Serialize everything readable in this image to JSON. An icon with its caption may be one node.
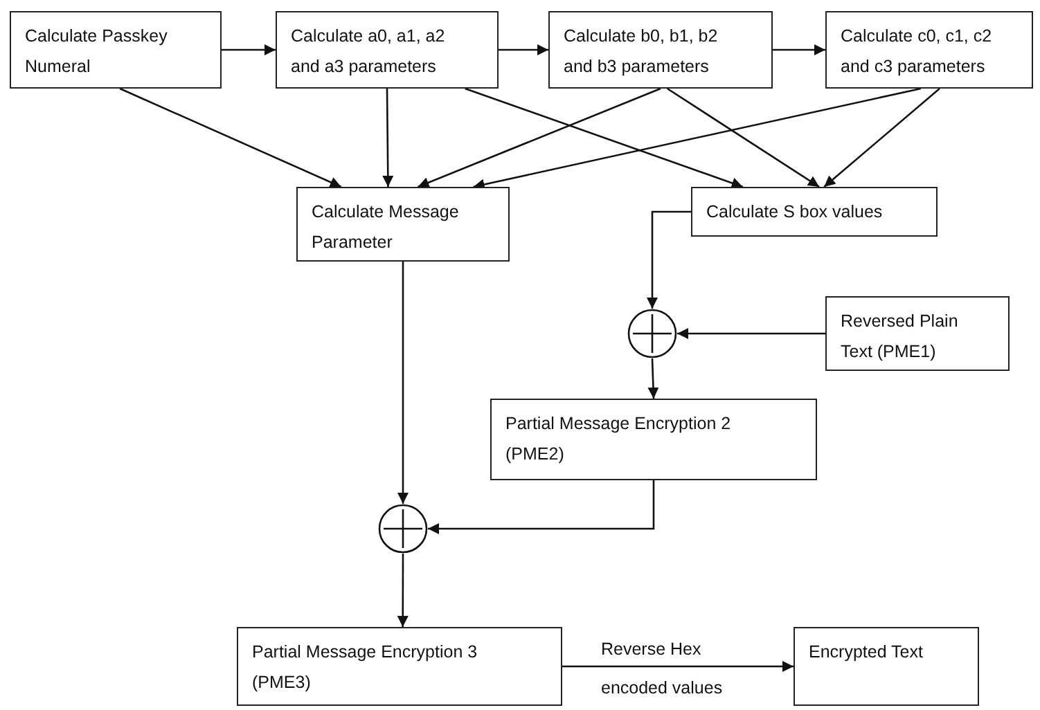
{
  "diagram": {
    "nodes": [
      {
        "text": [
          "Calculate Passkey Numeral"
        ]
      },
      {
        "text": [
          "Calculate a0, a1, a2 and a3 parameters"
        ]
      },
      {
        "text": [
          "Calculate b0, b1, b2 and b3 parameters"
        ]
      },
      {
        "text": [
          "Calculate c0, c1, c2 and c3 parameters"
        ]
      },
      {
        "text": [
          "Calculate Message Parameter"
        ]
      },
      {
        "text": [
          "Calculate S box values"
        ]
      },
      {
        "text": [],
        "shape": "circle"
      },
      {
        "text": [
          "Reversed Plain Text  (PME1)"
        ]
      },
      {
        "text": [
          "Partial Message Encryption 2 (PME2)"
        ]
      },
      {
        "text": [],
        "shape": "circle"
      },
      {
        "text": [
          "Partial Message Encryption 3 (PME3)"
        ]
      },
      {
        "text": [
          "Encrypted Text"
        ]
      }
    ],
    "edges": [
      {
        "from": 0,
        "to": 1,
        "arrow": "to"
      },
      {
        "from": 1,
        "to": 2,
        "arrow": "to"
      },
      {
        "from": 2,
        "to": 3,
        "arrow": "to"
      },
      {
        "from": 0,
        "to": 4,
        "arrow": "to"
      },
      {
        "from": 1,
        "to": 4,
        "arrow": "to"
      },
      {
        "from": 1,
        "to": 5,
        "arrow": "to"
      },
      {
        "from": 2,
        "to": 4,
        "arrow": "to"
      },
      {
        "from": 2,
        "to": 5,
        "arrow": "to"
      },
      {
        "from": 3,
        "to": 4,
        "arrow": "to"
      },
      {
        "from": 3,
        "to": 5,
        "arrow": "to"
      },
      {
        "from": 5,
        "to": 6,
        "arrow": "to"
      },
      {
        "from": 7,
        "to": 6,
        "arrow": "to"
      },
      {
        "from": 6,
        "to": 8,
        "arrow": "to"
      },
      {
        "from": 4,
        "to": 9,
        "arrow": "to"
      },
      {
        "from": 8,
        "to": 9,
        "arrow": "to"
      },
      {
        "from": 9,
        "to": 10,
        "arrow": "to"
      },
      {
        "from": 10,
        "to": 11,
        "label": "Reverse Hex encoded values",
        "arrow": "to"
      }
    ]
  }
}
